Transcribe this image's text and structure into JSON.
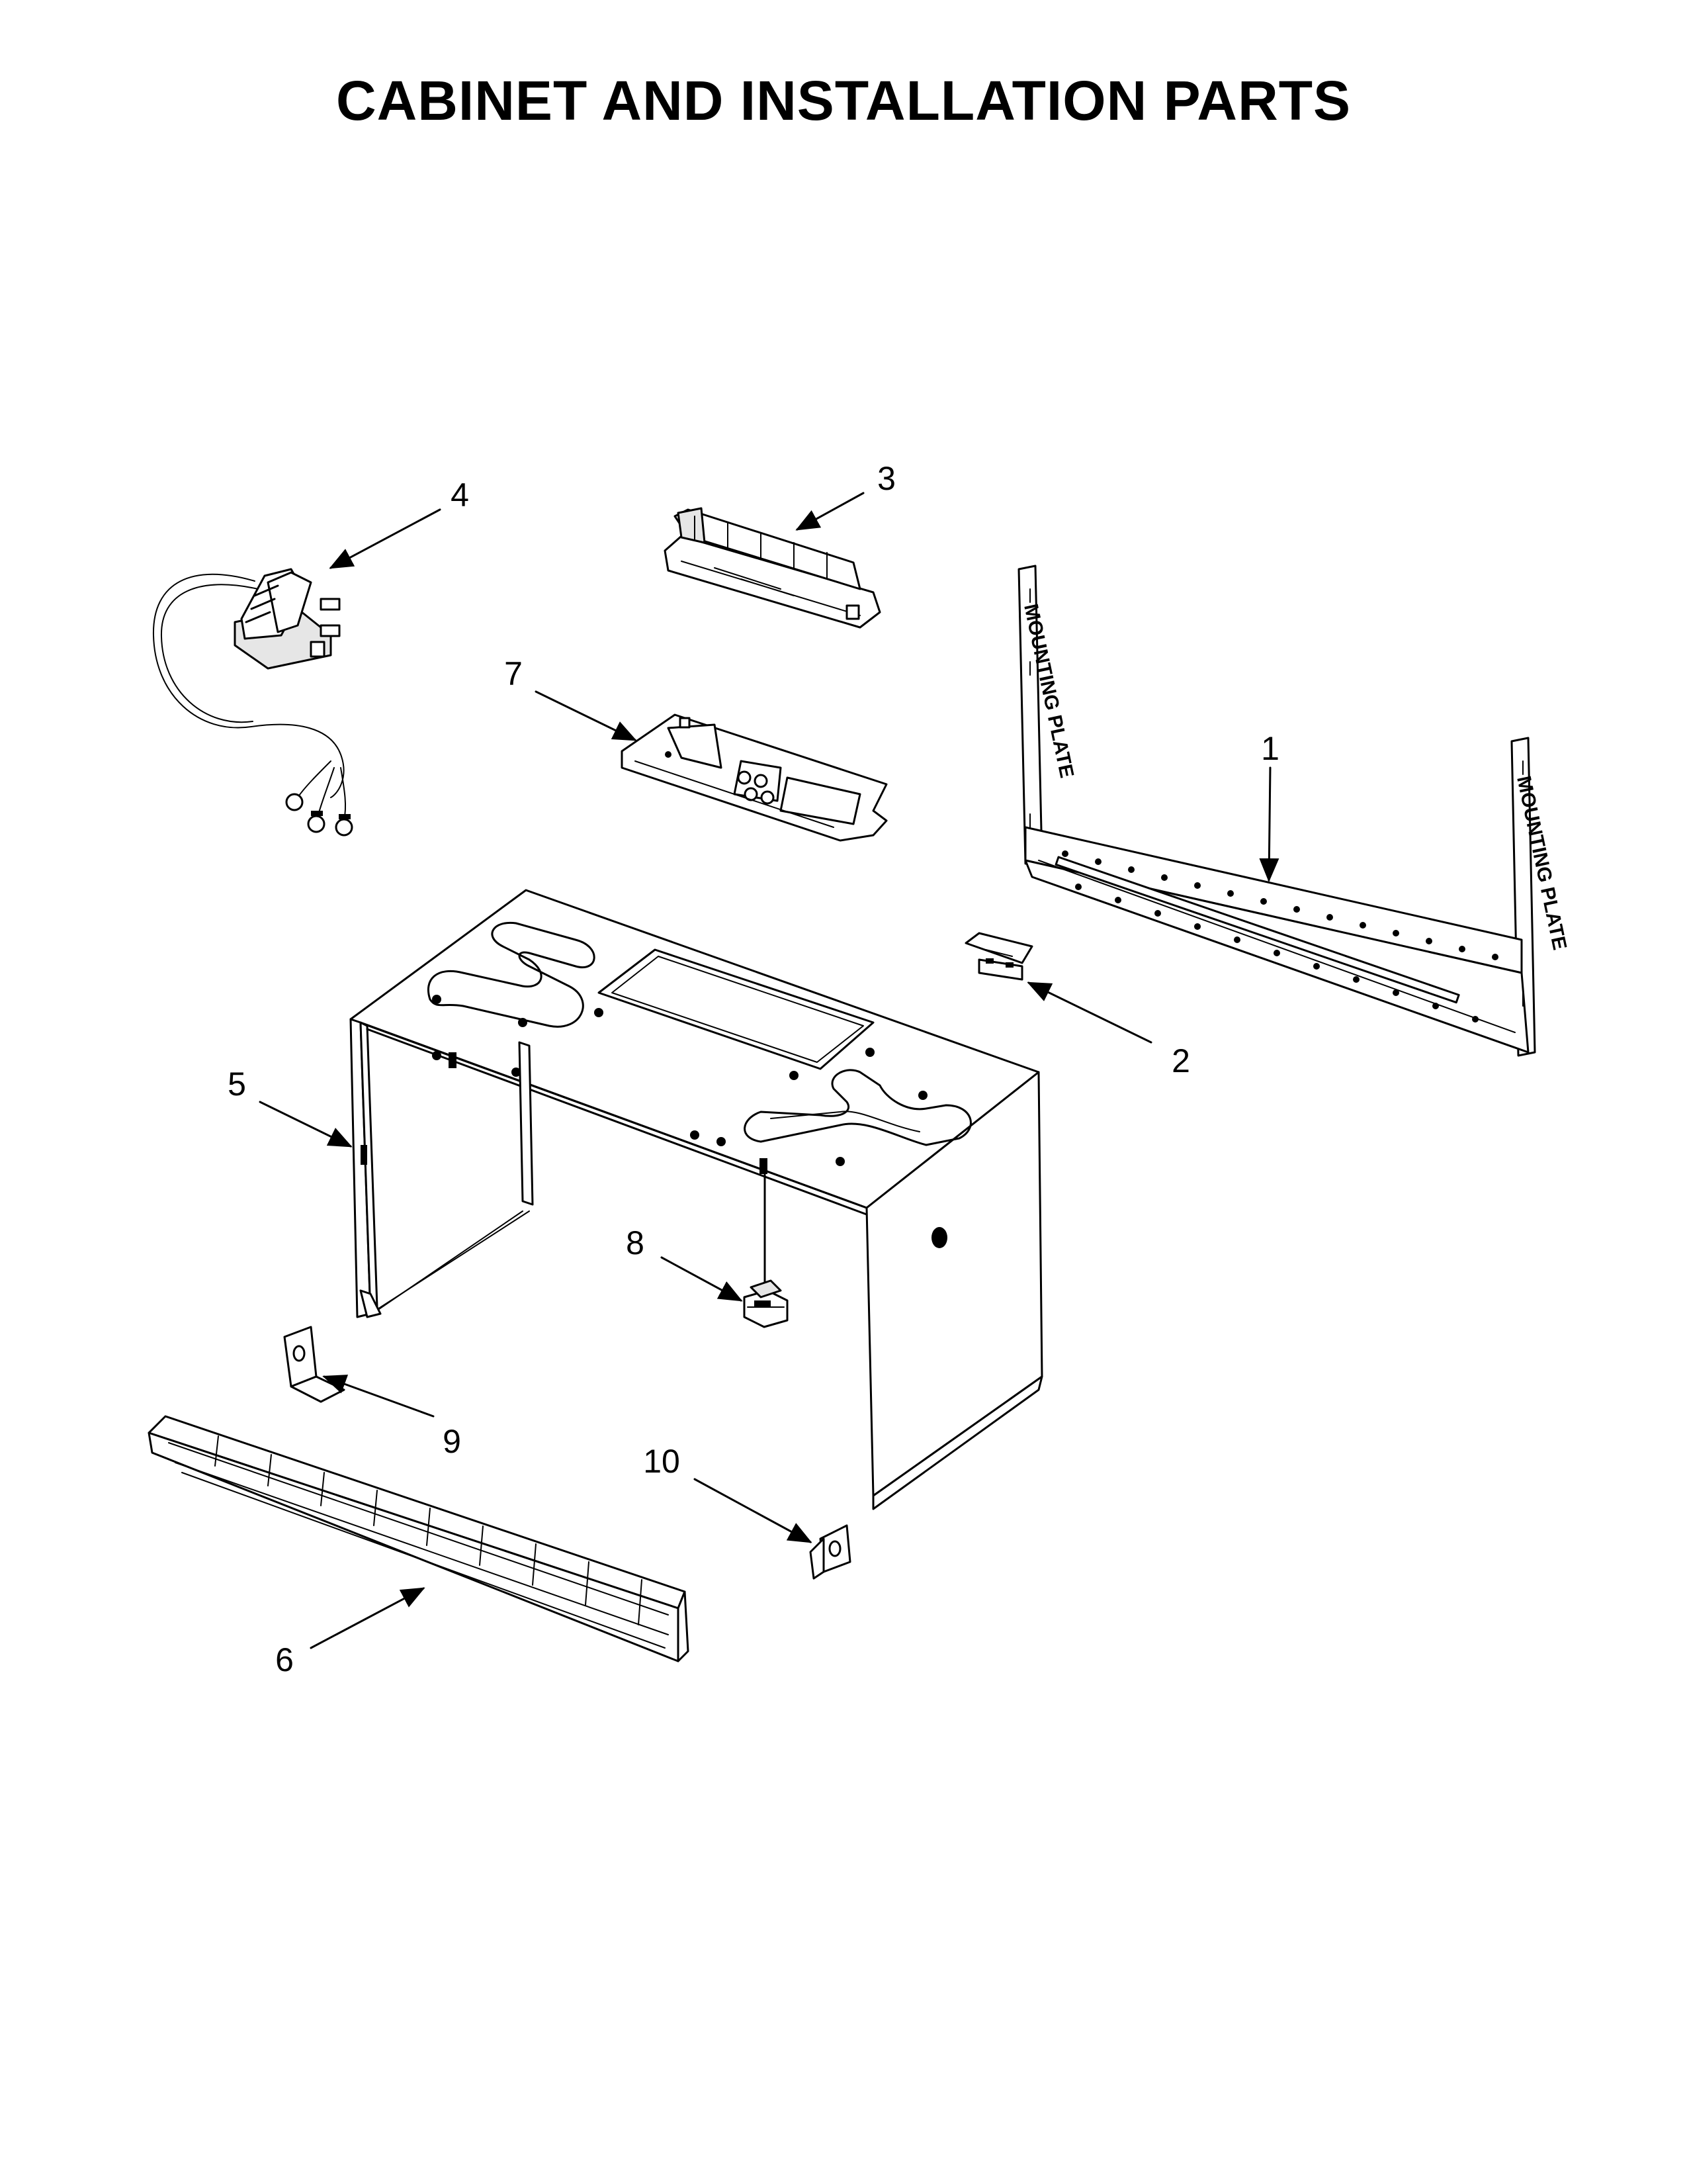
{
  "title": "CABINET AND INSTALLATION PARTS",
  "mounting_plate_label": "MOUNTING PLATE",
  "callouts": [
    {
      "id": "1",
      "label": "1"
    },
    {
      "id": "2",
      "label": "2"
    },
    {
      "id": "3",
      "label": "3"
    },
    {
      "id": "4",
      "label": "4"
    },
    {
      "id": "5",
      "label": "5"
    },
    {
      "id": "6",
      "label": "6"
    },
    {
      "id": "7",
      "label": "7"
    },
    {
      "id": "8",
      "label": "8"
    },
    {
      "id": "9",
      "label": "9"
    },
    {
      "id": "10",
      "label": "10"
    }
  ]
}
